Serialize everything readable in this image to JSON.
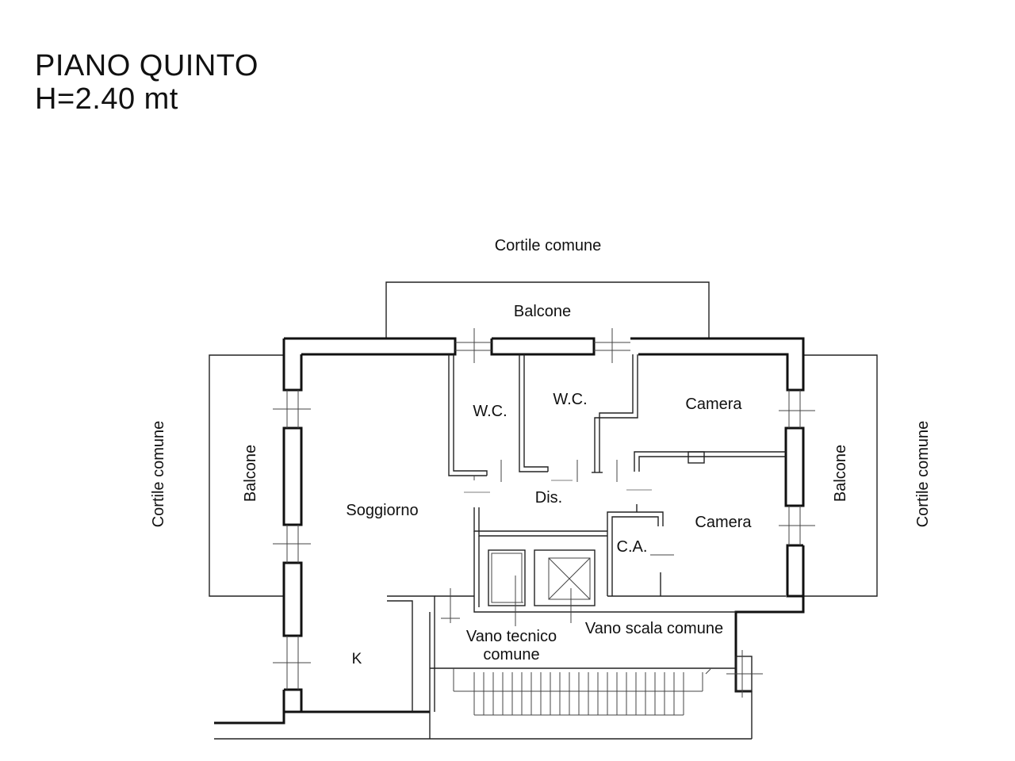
{
  "header": {
    "floor": "PIANO QUINTO",
    "height": "H=2.40 mt"
  },
  "plan": {
    "surroundings": {
      "top": "Cortile comune",
      "left": "Cortile comune",
      "right": "Cortile comune"
    },
    "balconies": {
      "top": "Balcone",
      "left": "Balcone",
      "right": "Balcone"
    },
    "rooms": {
      "wc_1": "W.C.",
      "wc_2": "W.C.",
      "camera_1": "Camera",
      "camera_2": "Camera",
      "soggiorno": "Soggiorno",
      "dis": "Dis.",
      "ca": "C.A.",
      "kitchen": "K",
      "vano_tecnico_line1": "Vano tecnico",
      "vano_tecnico_line2": "comune",
      "vano_scala": "Vano scala comune"
    }
  }
}
